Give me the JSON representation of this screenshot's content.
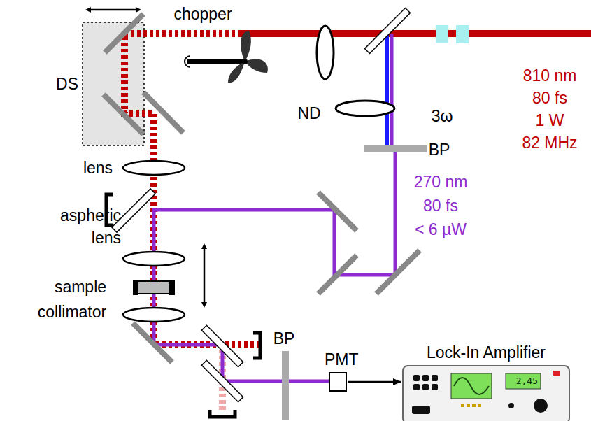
{
  "diagram": {
    "nodes": [
      {
        "text": [
          "PMT"
        ]
      },
      {
        "text": [
          "Lock-In Amplifier",
          "2,45"
        ]
      }
    ],
    "edges": [
      {
        "from": 0,
        "to": 1,
        "arrow": "to"
      }
    ],
    "labels": [
      "chopper",
      "DS",
      "ND",
      "3ω",
      "810 nm",
      "80 fs",
      "1 W",
      "82 MHz",
      "BP",
      "270 nm",
      "80 fs",
      "< 6 µW",
      "lens",
      "aspheric lens",
      "sample",
      "collimator",
      "BP"
    ]
  }
}
